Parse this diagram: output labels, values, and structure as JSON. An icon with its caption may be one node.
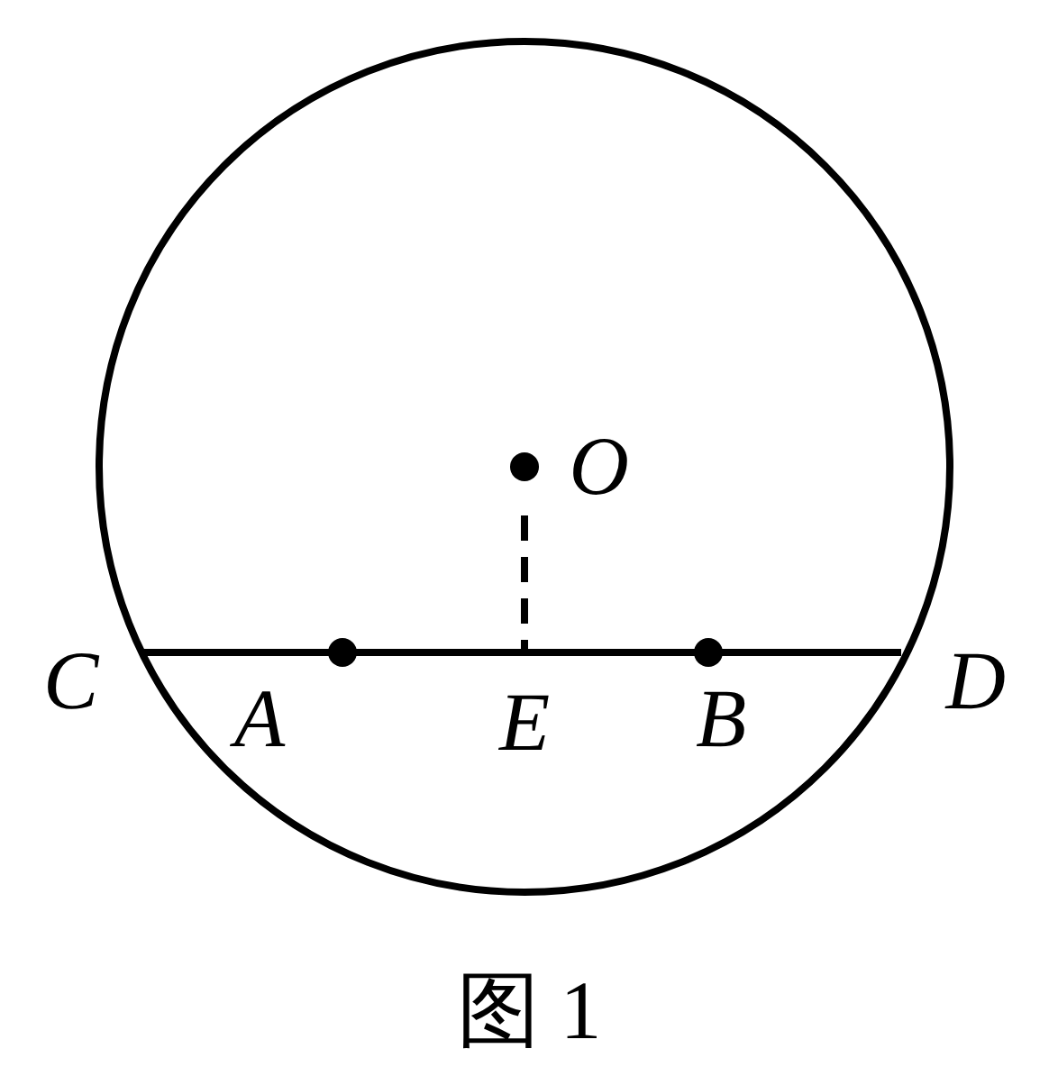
{
  "diagram": {
    "caption": "图 1",
    "nodes": [
      {
        "text": [
          "O"
        ]
      },
      {
        "text": [
          "C"
        ]
      },
      {
        "text": [
          "D"
        ]
      },
      {
        "text": [
          "E"
        ]
      }
    ],
    "edges": [
      {
        "from": 1,
        "to": 2,
        "arrow": "none"
      },
      {
        "from": 0,
        "to": 3,
        "arrow": "none",
        "style": "dashed"
      }
    ],
    "labels": [
      "A",
      "B"
    ]
  }
}
